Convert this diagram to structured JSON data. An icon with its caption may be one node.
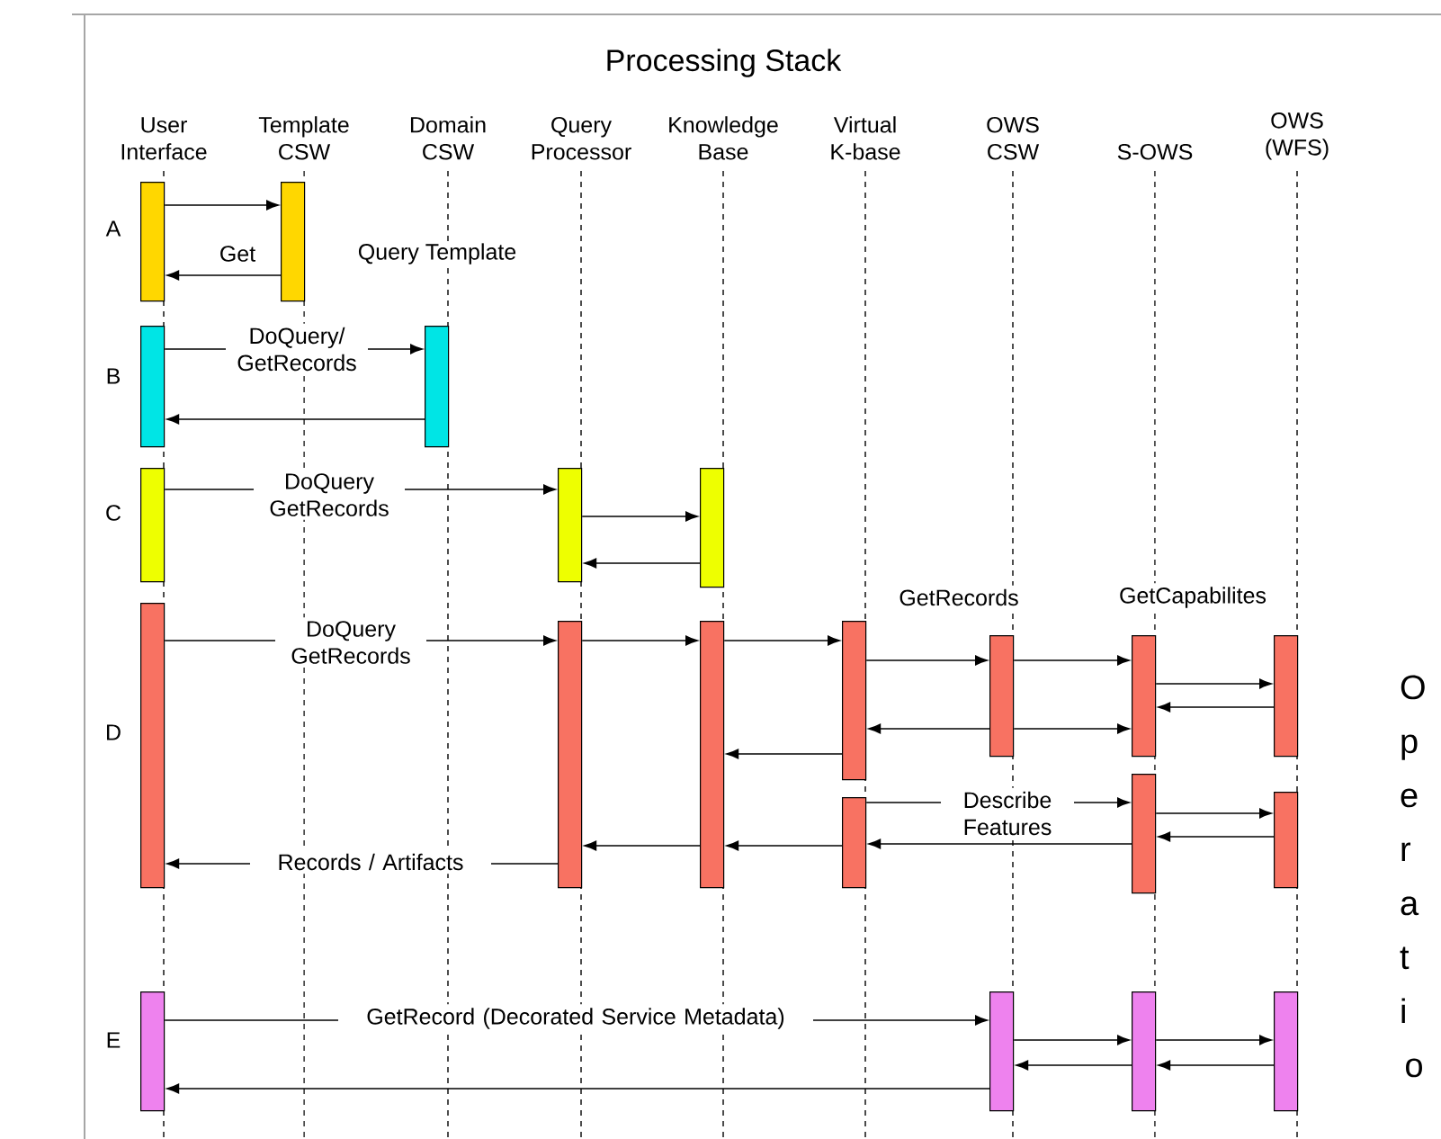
{
  "diagram": {
    "title": "Processing Stack",
    "nodes": [
      {
        "text": [
          "User Interface"
        ]
      },
      {
        "text": [
          "Template CSW"
        ]
      },
      {
        "text": [
          "Domain CSW"
        ]
      },
      {
        "text": [
          "Query Processor"
        ]
      },
      {
        "text": [
          "Knowledge Base"
        ]
      },
      {
        "text": [
          "Virtual K-base"
        ]
      },
      {
        "text": [
          "OWS CSW"
        ]
      },
      {
        "text": [
          "S-OWS"
        ]
      },
      {
        "text": [
          "OWS (WFS)"
        ]
      },
      {
        "text": [],
        "shape": "bar"
      },
      {
        "text": [],
        "shape": "bar"
      },
      {
        "text": [],
        "shape": "bar"
      },
      {
        "text": [],
        "shape": "bar"
      },
      {
        "text": [],
        "shape": "bar"
      },
      {
        "text": [],
        "shape": "bar"
      },
      {
        "text": [],
        "shape": "bar"
      },
      {
        "text": [],
        "shape": "bar"
      },
      {
        "text": [],
        "shape": "bar"
      },
      {
        "text": [],
        "shape": "bar"
      },
      {
        "text": [],
        "shape": "bar"
      },
      {
        "text": [],
        "shape": "bar"
      },
      {
        "text": [],
        "shape": "bar"
      },
      {
        "text": [],
        "shape": "bar"
      },
      {
        "text": [],
        "shape": "bar"
      },
      {
        "text": [],
        "shape": "bar"
      },
      {
        "text": [],
        "shape": "bar"
      },
      {
        "text": [],
        "shape": "bar"
      },
      {
        "text": [],
        "shape": "bar"
      },
      {
        "text": [],
        "shape": "bar"
      },
      {
        "text": [],
        "shape": "bar"
      }
    ],
    "edges": [
      {
        "from": 9,
        "to": 10,
        "arrow": "to"
      },
      {
        "from": 10,
        "to": 9,
        "arrow": "to",
        "label": "Get"
      },
      {
        "from": 11,
        "to": 12,
        "arrow": "to",
        "label": "DoQuery/ GetRecords"
      },
      {
        "from": 12,
        "to": 11,
        "arrow": "to"
      },
      {
        "from": 13,
        "to": 14,
        "arrow": "to",
        "label": "DoQuery GetRecords"
      },
      {
        "from": 14,
        "to": 15,
        "arrow": "to"
      },
      {
        "from": 15,
        "to": 14,
        "arrow": "to"
      },
      {
        "from": 16,
        "to": 17,
        "arrow": "to",
        "label": "DoQuery GetRecords"
      },
      {
        "from": 17,
        "to": 18,
        "arrow": "to"
      },
      {
        "from": 18,
        "to": 19,
        "arrow": "to"
      },
      {
        "from": 19,
        "to": 21,
        "arrow": "to",
        "label": "GetRecords"
      },
      {
        "from": 21,
        "to": 22,
        "arrow": "to",
        "label": "GetCapabilites"
      },
      {
        "from": 22,
        "to": 24,
        "arrow": "to"
      },
      {
        "from": 24,
        "to": 22,
        "arrow": "to"
      },
      {
        "from": 21,
        "to": 19,
        "arrow": "to"
      },
      {
        "from": 21,
        "to": 22,
        "arrow": "to"
      },
      {
        "from": 19,
        "to": 18,
        "arrow": "to"
      },
      {
        "from": 20,
        "to": 23,
        "arrow": "to",
        "label": "Describe Features"
      },
      {
        "from": 23,
        "to": 25,
        "arrow": "to"
      },
      {
        "from": 25,
        "to": 23,
        "arrow": "to"
      },
      {
        "from": 23,
        "to": 20,
        "arrow": "to"
      },
      {
        "from": 20,
        "to": 18,
        "arrow": "to"
      },
      {
        "from": 18,
        "to": 17,
        "arrow": "to"
      },
      {
        "from": 17,
        "to": 16,
        "arrow": "to",
        "label": "Records / Artifacts"
      },
      {
        "from": 26,
        "to": 27,
        "arrow": "to",
        "label": "GetRecord (Decorated Service Metadata)"
      },
      {
        "from": 27,
        "to": 28,
        "arrow": "to"
      },
      {
        "from": 28,
        "to": 29,
        "arrow": "to"
      },
      {
        "from": 29,
        "to": 28,
        "arrow": "to"
      },
      {
        "from": 28,
        "to": 27,
        "arrow": "to"
      },
      {
        "from": 27,
        "to": 26,
        "arrow": "to"
      }
    ],
    "labels": [
      "A",
      "Query Template",
      "B",
      "C",
      "D",
      "Operatio",
      "E"
    ]
  }
}
